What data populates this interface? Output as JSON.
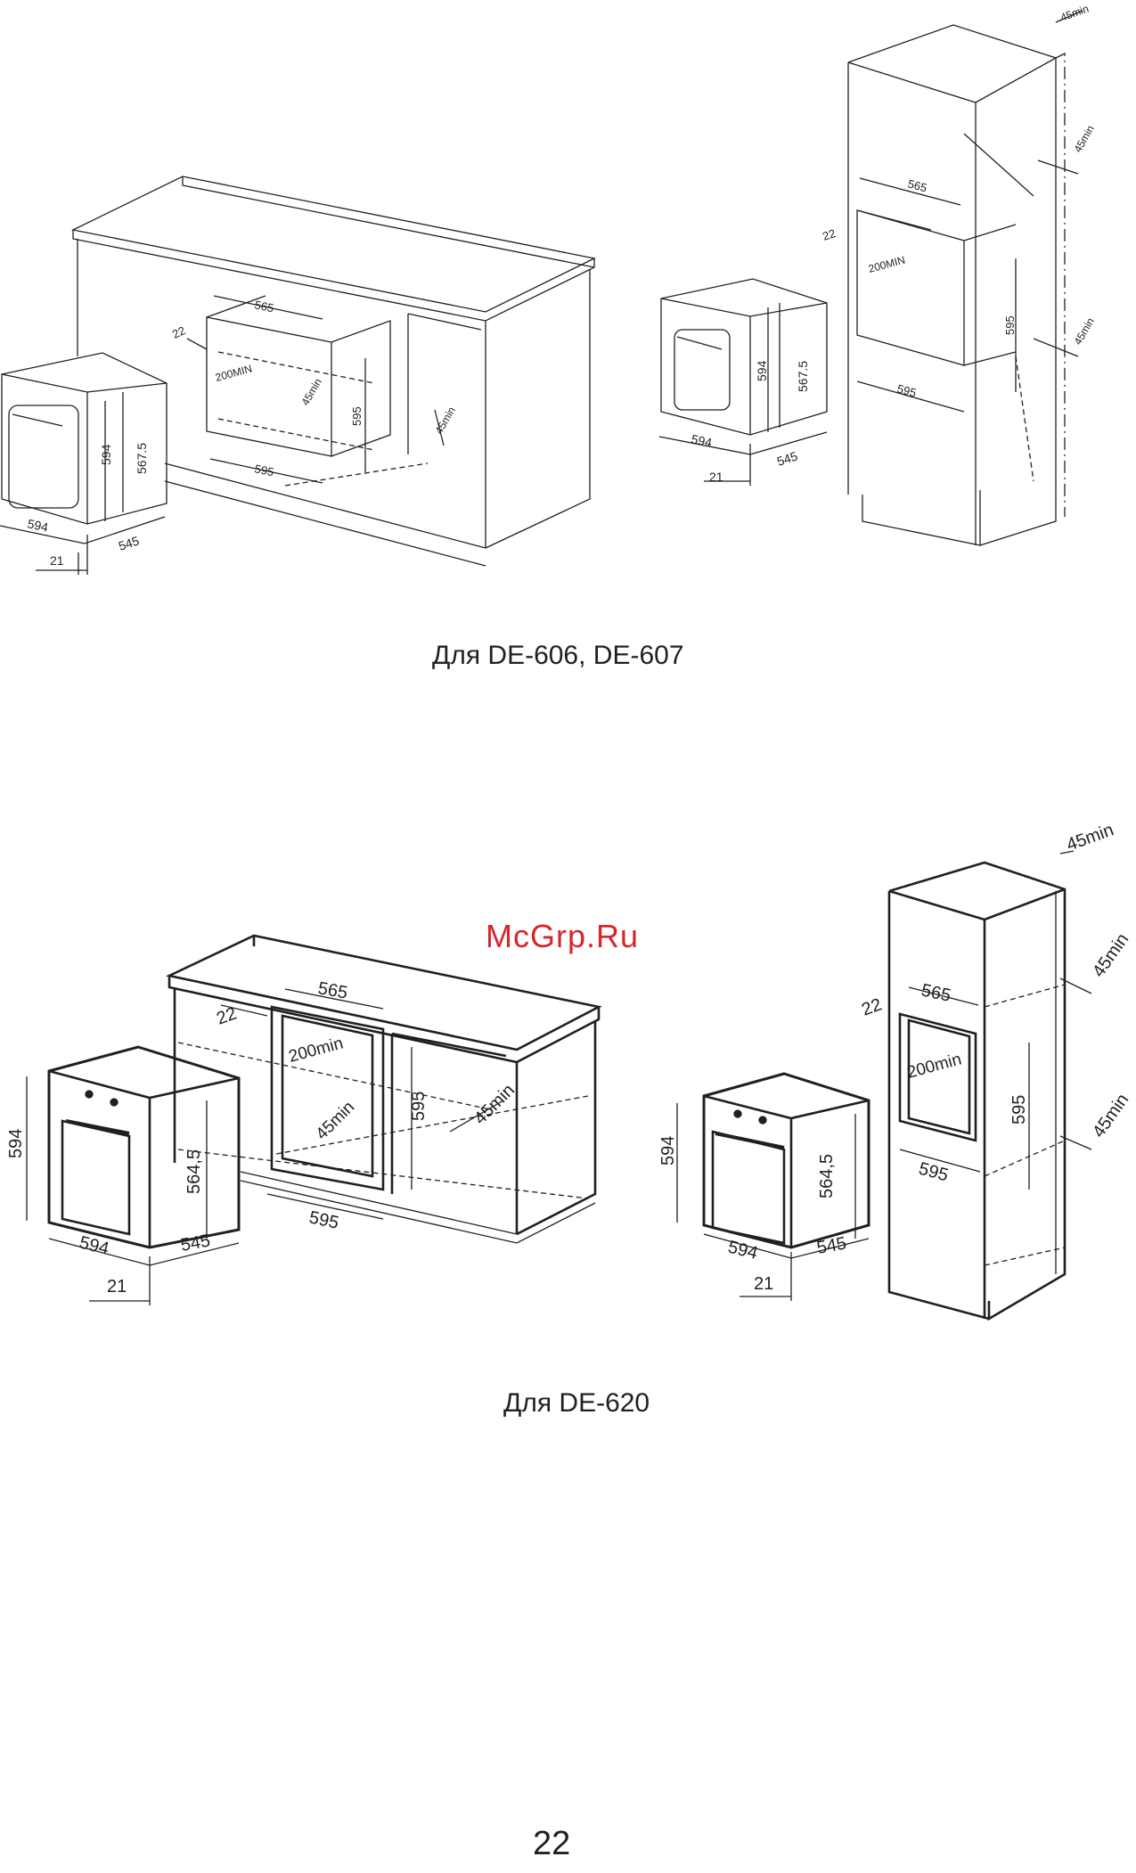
{
  "captions": {
    "top": "Для DE-606, DE-607",
    "bottom": "Для DE-620"
  },
  "watermark": "McGrp.Ru",
  "page_number": "22",
  "diagram_top_left": {
    "labels": [
      "565",
      "22",
      "200MIN",
      "45min",
      "595",
      "595",
      "45min",
      "594",
      "567.5",
      "594",
      "545",
      "21"
    ]
  },
  "diagram_top_right": {
    "labels": [
      "45min",
      "45min",
      "565",
      "22",
      "200MIN",
      "595",
      "45min",
      "595",
      "594",
      "567.5",
      "594",
      "545",
      "21"
    ]
  },
  "diagram_bottom_left": {
    "labels": [
      "565",
      "22",
      "200min",
      "45min",
      "595",
      "45min",
      "595",
      "594",
      "564,5",
      "594",
      "545",
      "21"
    ]
  },
  "diagram_bottom_right": {
    "labels": [
      "45min",
      "45min",
      "565",
      "22",
      "200min",
      "595",
      "595",
      "45min",
      "594",
      "564,5",
      "594",
      "545",
      "21"
    ]
  },
  "colors": {
    "line": "#231f20",
    "watermark": "#d7262b"
  }
}
